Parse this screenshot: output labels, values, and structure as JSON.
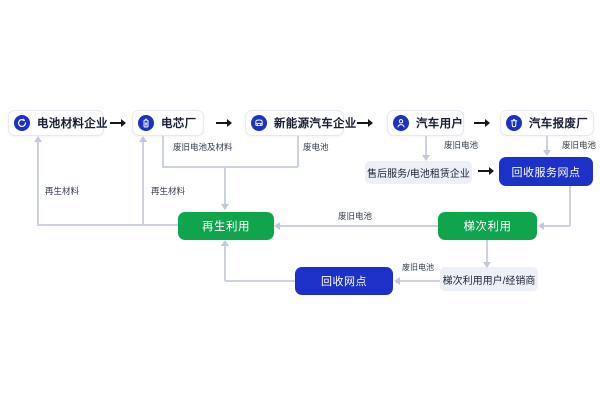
{
  "diagram": {
    "description_labels_only": true,
    "colors": {
      "node_blue": "#1c31c7",
      "node_green": "#0fa54d",
      "node_gray_bg": "#edf0f6",
      "line_gray": "#ccd2df",
      "dark_arrow": "#14181f",
      "text_dark": "#1a1f33"
    },
    "top_row": [
      {
        "label": "电池材料企业",
        "icon": "recycle-icon"
      },
      {
        "label": "电芯厂",
        "icon": "battery-icon"
      },
      {
        "label": "新能源汽车企业",
        "icon": "car-icon"
      },
      {
        "label": "汽车用户",
        "icon": "user-icon"
      },
      {
        "label": "汽车报废厂",
        "icon": "trash-icon"
      }
    ],
    "nodes": {
      "after_sales": {
        "label": "售后服务/电池租赁企业",
        "style": "gray"
      },
      "recycle_service_outlet": {
        "label": "回收服务网点",
        "style": "blue"
      },
      "regeneration": {
        "label": "再生利用",
        "style": "green"
      },
      "cascade_use": {
        "label": "梯次利用",
        "style": "green"
      },
      "recycle_outlet": {
        "label": "回收网点",
        "style": "blue"
      },
      "cascade_users": {
        "label": "梯次利用用户/经销商",
        "style": "gray"
      }
    },
    "edge_labels": {
      "cell_to_regen": "废旧电池及材料",
      "ev_to_regen": "废电池",
      "user_to_after_sales": "废旧电池",
      "scrap_to_service_outlet": "废旧电池",
      "cascade_to_regen": "废旧电池",
      "cascade_user_to_outlet": "废旧电池",
      "regen_to_material_co": "再生材料",
      "regen_to_cell_factory": "再生材料"
    }
  }
}
